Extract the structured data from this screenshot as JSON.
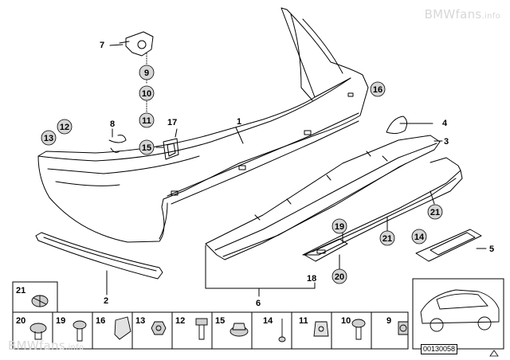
{
  "watermark": {
    "brand": "BMWfans",
    "suffix": ".info"
  },
  "diagram_code": "00130058",
  "callouts": {
    "c1": "1",
    "c2": "2",
    "c3": "3",
    "c4": "4",
    "c5": "5",
    "c6": "6",
    "c7": "7",
    "c8": "8",
    "c9": "9",
    "c10": "10",
    "c11": "11",
    "c12": "12",
    "c13": "13",
    "c14": "14",
    "c15": "15",
    "c16": "16",
    "c17": "17",
    "c18": "18",
    "c19": "19",
    "c20": "20",
    "c21a": "21",
    "c21b": "21"
  },
  "hardware_strip": {
    "top_cell": "21",
    "cells": [
      "20",
      "19",
      "16",
      "13",
      "12",
      "15",
      "14",
      "11",
      "10",
      "9"
    ]
  }
}
